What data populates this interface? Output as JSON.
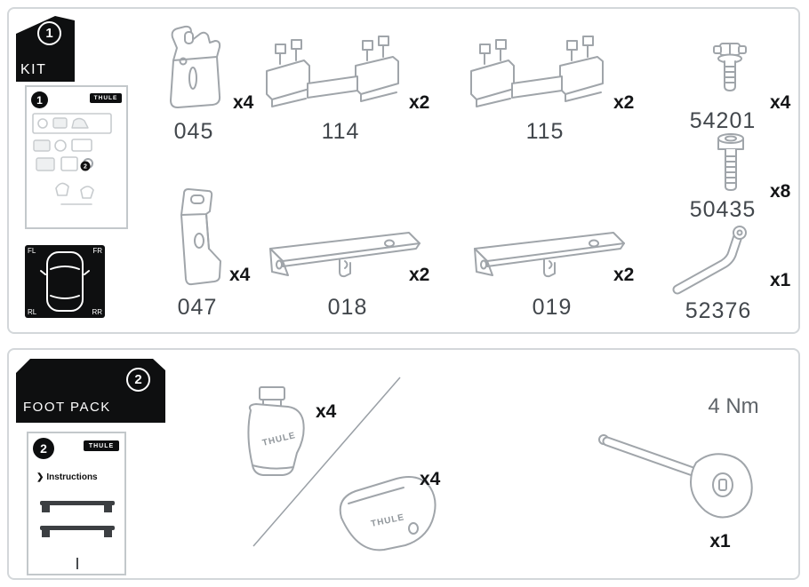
{
  "brand": "THULE",
  "kit": {
    "badge": "1",
    "title": "KIT",
    "manual": {
      "badge": "1",
      "brand": "THULE",
      "step_marker": "2"
    },
    "car": {
      "fl": "FL",
      "fr": "FR",
      "rl": "RL",
      "rr": "RR"
    },
    "parts": [
      {
        "id": "045",
        "qty": "x4"
      },
      {
        "id": "114",
        "qty": "x2"
      },
      {
        "id": "115",
        "qty": "x2"
      },
      {
        "id": "54201",
        "qty": "x4"
      },
      {
        "id": "50435",
        "qty": "x8"
      },
      {
        "id": "047",
        "qty": "x4"
      },
      {
        "id": "018",
        "qty": "x2"
      },
      {
        "id": "019",
        "qty": "x2"
      },
      {
        "id": "52376",
        "qty": "x1"
      }
    ]
  },
  "footpack": {
    "badge": "2",
    "title": "FOOT PACK",
    "manual": {
      "badge": "2",
      "brand": "THULE",
      "arrow": "❯",
      "instructions": "Instructions"
    },
    "feet": [
      {
        "qty": "x4",
        "brand": "THULE"
      },
      {
        "qty": "x4",
        "brand": "THULE"
      }
    ],
    "torque_tool": {
      "torque": "4 Nm",
      "qty": "x1"
    }
  },
  "icons": {
    "kit_box_icon": "3d-parcel-box",
    "footpack_box_icon": "3d-parcel-box",
    "car_icon": "car-top-view",
    "part_icons": [
      "bracket-045",
      "bracket-114",
      "bracket-115",
      "knob-screw-54201",
      "socket-bolt-50435",
      "plate-047",
      "rail-bracket-018",
      "rail-bracket-019",
      "hex-key-52376",
      "foot-body",
      "foot-cover",
      "torque-key"
    ]
  }
}
